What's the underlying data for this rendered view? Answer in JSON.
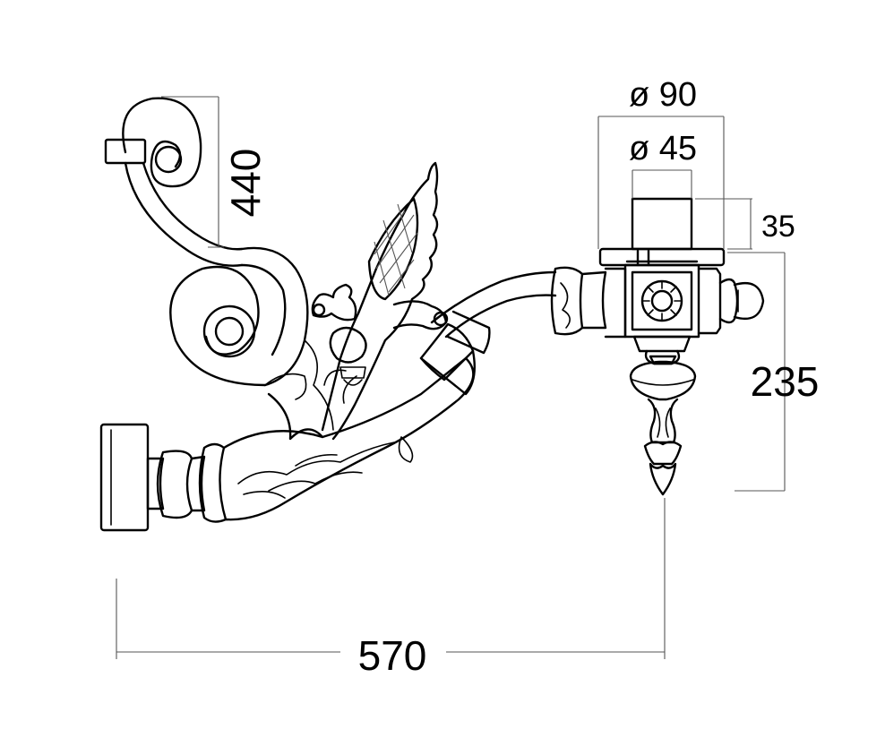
{
  "dimensions": {
    "height_total": "440",
    "outer_diameter": "ø 90",
    "inner_diameter": "ø 45",
    "spigot_height": "35",
    "drop_height": "235",
    "projection": "570"
  }
}
